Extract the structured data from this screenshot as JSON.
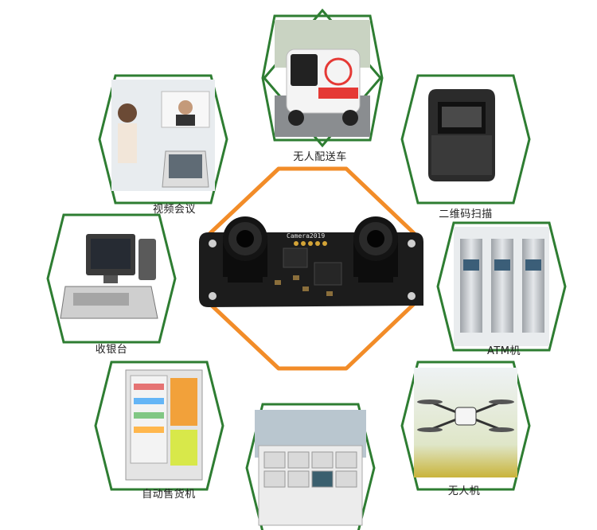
{
  "colors": {
    "hex_border": "#2e7d32",
    "hex_fill": "#ffffff",
    "center_outline": "#f28c28",
    "pcb": "#1c1c1c",
    "text": "#222222"
  },
  "scenarios": [
    {
      "id": "delivery",
      "label": "无人配送车",
      "icon": "delivery-robot-icon"
    },
    {
      "id": "barcode",
      "label": "二维码扫描",
      "icon": "barcode-scanner-icon"
    },
    {
      "id": "atm",
      "label": "ATM机",
      "icon": "atm-icon"
    },
    {
      "id": "drone",
      "label": "无人机",
      "icon": "drone-icon"
    },
    {
      "id": "locker",
      "label": "",
      "icon": "parcel-locker-icon"
    },
    {
      "id": "vending",
      "label": "自动售货机",
      "icon": "vending-machine-icon"
    },
    {
      "id": "pos",
      "label": "收银台",
      "icon": "cash-register-icon"
    },
    {
      "id": "video",
      "label": "视频会议",
      "icon": "video-conference-icon"
    }
  ],
  "center": {
    "board_text": "Camera2019",
    "icon": "dual-lens-camera-module-icon"
  }
}
